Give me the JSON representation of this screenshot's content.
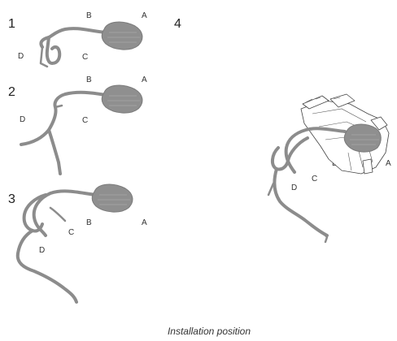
{
  "caption": "Installation position",
  "steps": [
    {
      "number": "1",
      "labels": {
        "A": "A",
        "B": "B",
        "C": "C",
        "D": "D"
      }
    },
    {
      "number": "2",
      "labels": {
        "A": "A",
        "B": "B",
        "C": "C",
        "D": "D"
      }
    },
    {
      "number": "3",
      "labels": {
        "A": "A",
        "B": "B",
        "C": "C",
        "D": "D"
      }
    },
    {
      "number": "4",
      "labels": {
        "A": "A",
        "B": "B",
        "C": "C",
        "D": "D"
      }
    }
  ]
}
